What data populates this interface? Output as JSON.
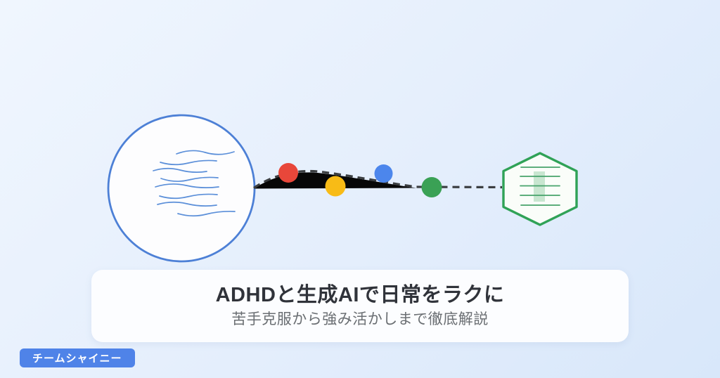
{
  "colors": {
    "bg-top": "#f0f6fe",
    "bg-mid": "#e4eefc",
    "bg-bottom": "#d8e7fa",
    "circle-fill": "#fdfdfe",
    "circle-border": "#4d80d6",
    "wave-line": "#5b8fd9",
    "hill-fill": "#070707",
    "dash-line": "#3b3e41",
    "dot-red": "#e8473a",
    "dot-yellow": "#f8bb16",
    "dot-blue": "#4c86ec",
    "dot-green": "#3aa155",
    "hex-fill": "#fafdf9",
    "hex-border": "#30a257",
    "hex-line": "#47a36b",
    "hex-highlight": "#9fd4ae",
    "card-bg": "#fcfdff",
    "title-text": "#30333a",
    "subtitle-text": "#6a6e72",
    "badge-bg": "#4f83e8",
    "badge-text": "#ffffff"
  },
  "card": {
    "title": "ADHDと生成AIで日常をラクに",
    "subtitle": "苦手克服から強み活かしまで徹底解説"
  },
  "badge": {
    "label": "チームシャイニー"
  },
  "illustration": {
    "icons": {
      "left": "thought-waves-circle-icon",
      "obstacle": "hill-obstacle-icon",
      "path": "dashed-journey-path",
      "dots": [
        "red-dot",
        "yellow-dot",
        "blue-dot",
        "green-dot"
      ],
      "right": "document-hexagon-icon"
    }
  }
}
